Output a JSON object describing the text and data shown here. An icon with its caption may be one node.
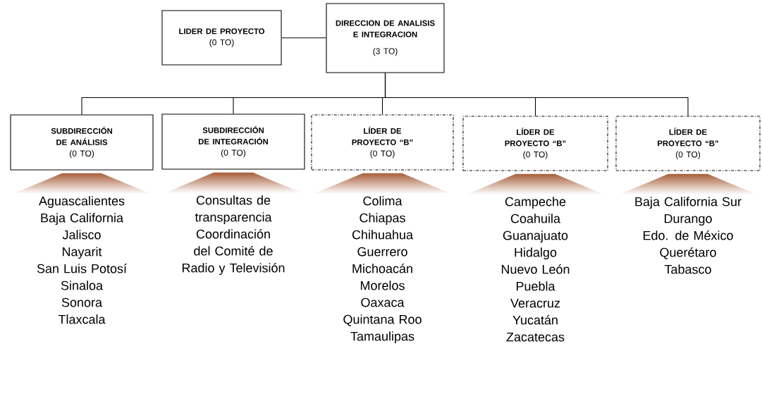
{
  "diagram": {
    "nodes": [
      {
        "text": [
          "LIDER DE PROYECTO",
          "(0 TO)"
        ]
      },
      {
        "text": [
          "DIRECCION DE ANALISIS E INTEGRACION",
          "(3 TO)"
        ]
      },
      {
        "text": [
          "SUBDIRECCIÓN DE ANÁLISIS",
          "(0 TO)"
        ],
        "beside": [
          "Aguascalientes",
          "Baja California",
          "Jalisco",
          "Nayarit",
          "San Luis Potosí",
          "Sinaloa",
          "Sonora",
          "Tlaxcala"
        ]
      },
      {
        "text": [
          "SUBDIRECCIÓN DE INTEGRACIÓN",
          "(0 TO)"
        ],
        "beside": [
          "Consultas de transparencia",
          "Coordinación del Comité de Radio y Televisión"
        ]
      },
      {
        "text": [
          "LÍDER DE PROYECTO “B”",
          "(0 TO)"
        ],
        "beside": [
          "Colima",
          "Chiapas",
          "Chihuahua",
          "Guerrero",
          "Michoacán",
          "Morelos",
          "Oaxaca",
          "Quintana Roo",
          "Tamaulipas"
        ]
      },
      {
        "text": [
          "LÍDER DE PROYECTO “B”",
          "(0 TO)"
        ],
        "beside": [
          "Campeche",
          "Coahuila",
          "Guanajuato",
          "Hidalgo",
          "Nuevo León",
          "Puebla",
          "Veracruz",
          "Yucatán",
          "Zacatecas"
        ]
      },
      {
        "text": [
          "LÍDER DE PROYECTO “B”",
          "(0 TO)"
        ],
        "beside": [
          "Baja California Sur",
          "Durango",
          "Edo. de México",
          "Querétaro",
          "Tabasco"
        ]
      }
    ],
    "edges": [
      {
        "from": 0,
        "to": 1,
        "arrow": "none"
      },
      {
        "from": 1,
        "to": 2,
        "arrow": "none"
      },
      {
        "from": 1,
        "to": 3,
        "arrow": "none"
      },
      {
        "from": 1,
        "to": 4,
        "arrow": "none"
      },
      {
        "from": 1,
        "to": 5,
        "arrow": "none"
      },
      {
        "from": 1,
        "to": 6,
        "arrow": "none"
      }
    ]
  }
}
